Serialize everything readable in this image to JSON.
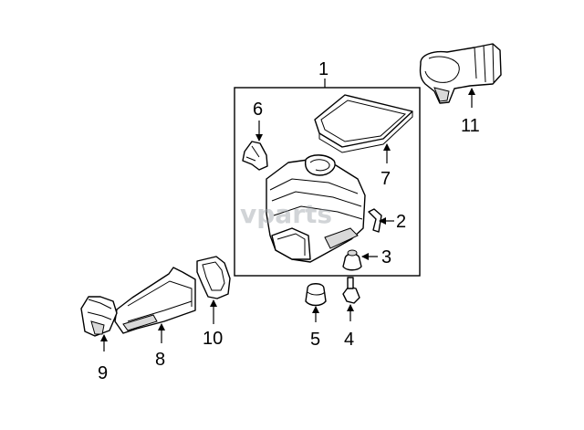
{
  "watermark": "vparts",
  "callouts": {
    "c1": "1",
    "c2": "2",
    "c3": "3",
    "c4": "4",
    "c5": "5",
    "c6": "6",
    "c7": "7",
    "c8": "8",
    "c9": "9",
    "c10": "10",
    "c11": "11"
  },
  "colors": {
    "line": "#000000",
    "background": "#ffffff",
    "watermark": "#9aa0a6"
  }
}
